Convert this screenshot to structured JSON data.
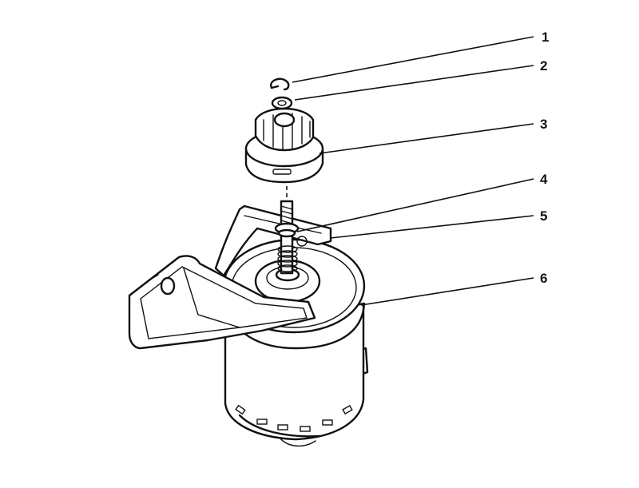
{
  "diagram": {
    "callouts": [
      {
        "id": "1",
        "label": "1"
      },
      {
        "id": "2",
        "label": "2"
      },
      {
        "id": "3",
        "label": "3"
      },
      {
        "id": "4",
        "label": "4"
      },
      {
        "id": "5",
        "label": "5"
      },
      {
        "id": "6",
        "label": "6"
      }
    ],
    "ink_color": "#111111",
    "background_color": "#ffffff"
  }
}
